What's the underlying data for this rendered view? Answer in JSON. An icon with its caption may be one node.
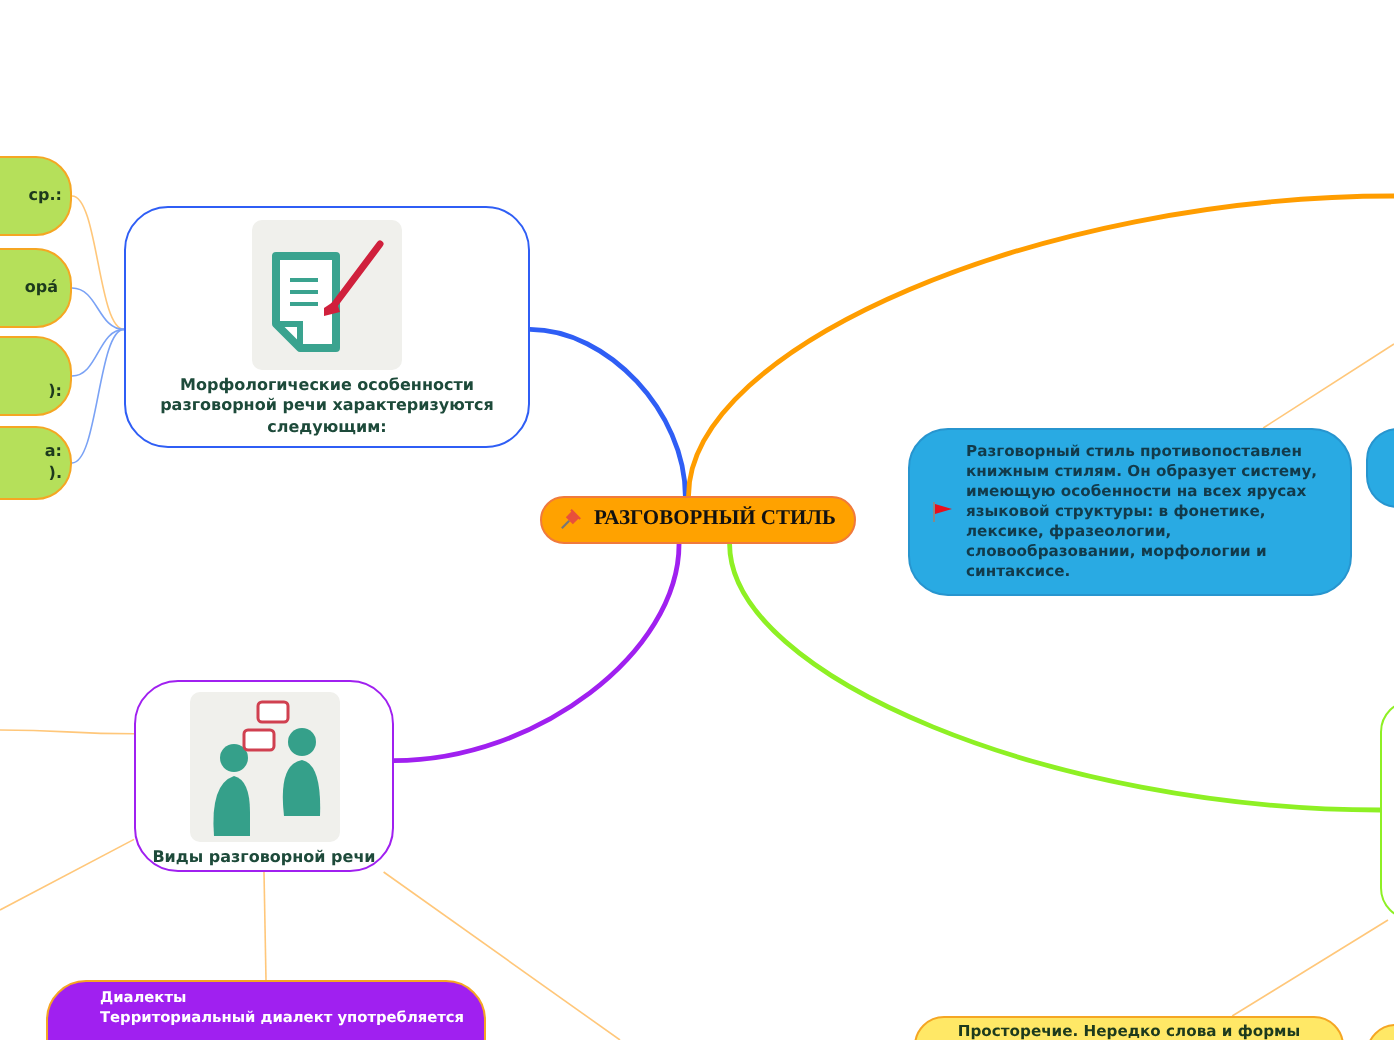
{
  "diagram": {
    "nodes": [
      {
        "text": [
          "РАЗГОВОРНЫЙ СТИЛЬ"
        ]
      },
      {
        "text": [
          "Морфологические особенности разговорной речи характеризуются следующим:"
        ]
      },
      {
        "text": [
          "ср.:"
        ]
      },
      {
        "text": [
          "ора́"
        ]
      },
      {
        "text": [
          "):"
        ]
      },
      {
        "text": [
          "а: )."
        ]
      },
      {
        "text": [
          "Разговорный стиль противопоставлен книжным стилям. Он образует систему, имеющую особенности на всех ярусах языковой структуры: в фонетике, лексике, фразеологии, словообразовании, морфологии и синтаксисе."
        ]
      },
      {
        "text": [],
        "shape": "box"
      },
      {
        "text": [
          "Виды разговорной речи"
        ]
      },
      {
        "text": [
          "Диалекты",
          "Территориальный диалект употребляется"
        ]
      },
      {
        "text": [],
        "shape": "box"
      },
      {
        "text": [
          "Просторечие. Нередко слова и формы"
        ]
      },
      {
        "text": [],
        "shape": "box"
      }
    ],
    "edges": [
      {
        "from": 0,
        "to": 1,
        "arrow": "none",
        "style": "thick",
        "color": "#2f5ef5"
      },
      {
        "from": 0,
        "to": null,
        "arrow": "none",
        "style": "thick",
        "color": "#ff9d00"
      },
      {
        "from": null,
        "to": 6,
        "arrow": "none"
      },
      {
        "from": 0,
        "to": 8,
        "arrow": "none",
        "style": "thick",
        "color": "#a020f0"
      },
      {
        "from": 0,
        "to": 10,
        "arrow": "none",
        "style": "thick",
        "color": "#8ef024"
      },
      {
        "from": 1,
        "to": 2,
        "arrow": "none"
      },
      {
        "from": 1,
        "to": 3,
        "arrow": "none",
        "color": "#7aa2f5"
      },
      {
        "from": 1,
        "to": 4,
        "arrow": "none",
        "color": "#7aa2f5"
      },
      {
        "from": 1,
        "to": 5,
        "arrow": "none",
        "color": "#7aa2f5"
      },
      {
        "from": 8,
        "to": null,
        "arrow": "none"
      },
      {
        "from": 8,
        "to": null,
        "arrow": "none"
      },
      {
        "from": 8,
        "to": 9,
        "arrow": "none"
      },
      {
        "from": 8,
        "to": null,
        "arrow": "none"
      },
      {
        "from": 10,
        "to": 11,
        "arrow": "none"
      }
    ]
  }
}
